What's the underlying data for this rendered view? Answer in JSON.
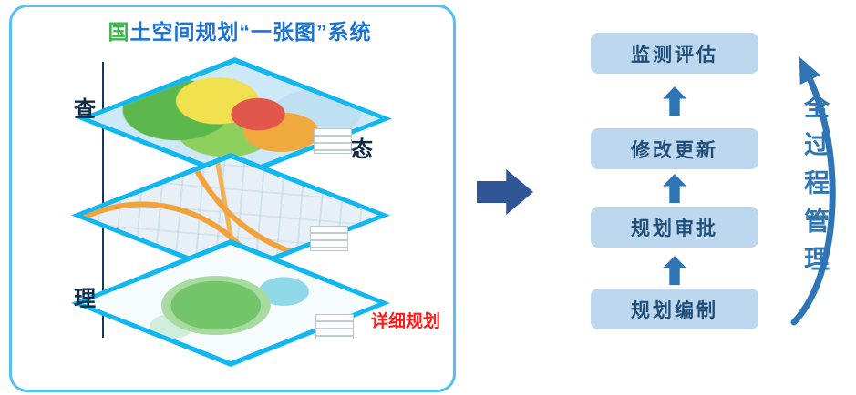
{
  "panel": {
    "title_first": "国",
    "title_rest": "土空间规划“一张图”系统",
    "side_labels": {
      "top_left": "查",
      "right": "态",
      "bottom_left": "理"
    },
    "red_label": "详细规划"
  },
  "flow": {
    "steps": [
      "监测评估",
      "修改更新",
      "规划审批",
      "规划编制"
    ],
    "side_label": "全过程管理"
  },
  "colors": {
    "panel_border": "#56c0f1",
    "layer_cyan": "#12b7ef",
    "box_bg": "#bdd7ee",
    "box_text": "#1f4e79",
    "arrow_blue": "#2e75b6",
    "big_arrow": "#2f5597",
    "red_label": "#ff1a1a",
    "title_blue": "#1a73d6",
    "title_green": "#3cb54a"
  }
}
